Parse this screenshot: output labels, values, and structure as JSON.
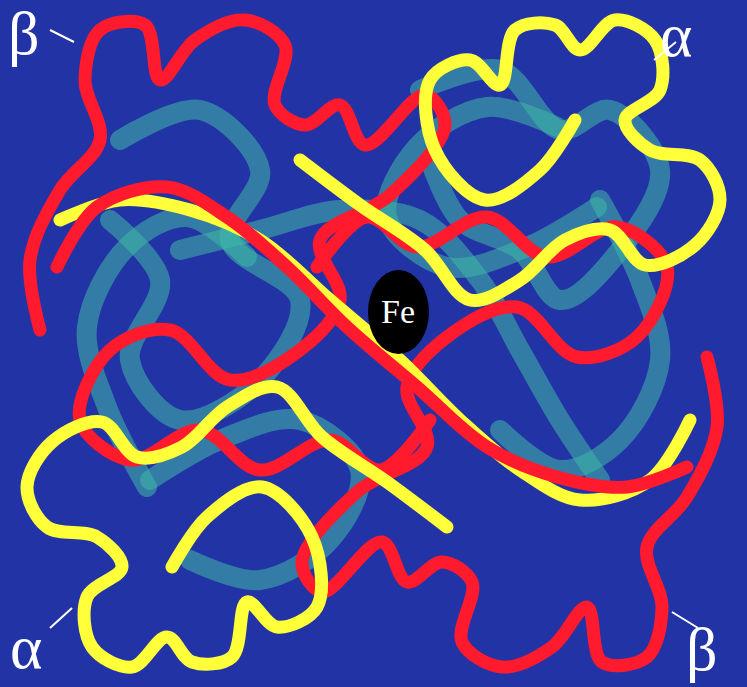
{
  "diagram": {
    "nodes": [
      {
        "text": [
          "Fe"
        ]
      }
    ],
    "labels": [
      "β",
      "α",
      "α",
      "β"
    ]
  }
}
